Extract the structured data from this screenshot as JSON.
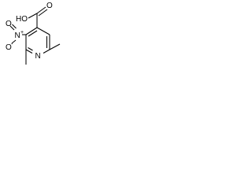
{
  "molecule": {
    "atoms": {
      "hydroxyl": "HO",
      "carbonyl_oxygen": "O",
      "nitro_nitrogen": "N",
      "nitro_oxygen_upper": "O",
      "nitro_oxygen_lower": "O",
      "ring_nitrogen": "N"
    },
    "charges": {
      "nitro_nitrogen": "+",
      "nitro_oxygen_lower": "-"
    }
  }
}
